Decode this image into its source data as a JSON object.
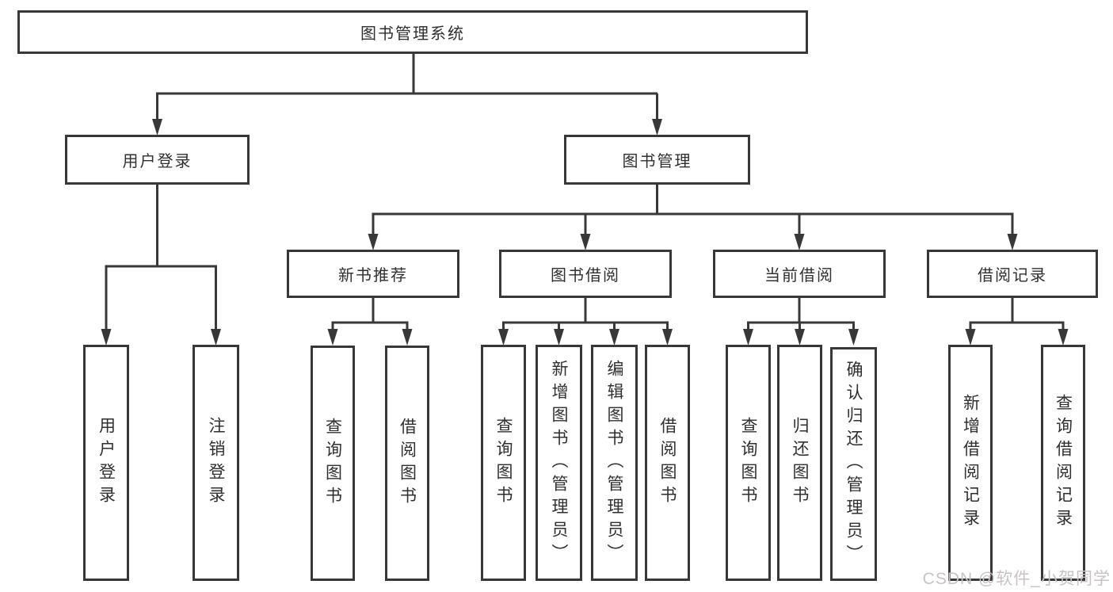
{
  "diagram": {
    "title_node": "图书管理系统",
    "branches": {
      "user_login": {
        "label": "用户登录",
        "children": [
          "用户登录",
          "注销登录"
        ]
      },
      "book_mgmt": {
        "label": "图书管理",
        "sections": {
          "new_book_rec": {
            "label": "新书推荐",
            "children": [
              "查询图书",
              "借阅图书"
            ]
          },
          "book_borrow": {
            "label": "图书借阅",
            "children": [
              "查询图书",
              "新增图书（管理员）",
              "编辑图书（管理员）",
              "借阅图书"
            ]
          },
          "current_borrow": {
            "label": "当前借阅",
            "children": [
              "查询图书",
              "归还图书",
              "确认归还（管理员）"
            ]
          },
          "borrow_record": {
            "label": "借阅记录",
            "children": [
              "新增借阅记录",
              "查询借阅记录"
            ]
          }
        }
      }
    }
  },
  "watermark": "CSDN @软件_小贺同学",
  "colors": {
    "line": "#38383a",
    "box_border": "#38383a",
    "text": "#2f2f31",
    "watermark_text": "#c9c2c2",
    "background": "#ffffff"
  }
}
